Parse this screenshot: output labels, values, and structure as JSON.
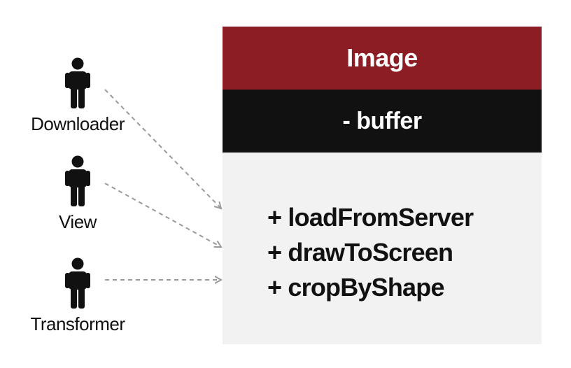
{
  "actors": [
    {
      "label": "Downloader",
      "icon": "person-icon"
    },
    {
      "label": "View",
      "icon": "person-icon"
    },
    {
      "label": "Transformer",
      "icon": "person-icon"
    }
  ],
  "class": {
    "name": "Image",
    "attributes": [
      "- buffer"
    ],
    "methods": [
      "+ loadFromServer",
      "+ drawToScreen",
      "+ cropByShape"
    ]
  },
  "colors": {
    "header": "#8c1d24",
    "attribute_band": "#111111",
    "body": "#f2f2f2",
    "arrow": "#9a9a9a",
    "actor": "#111111"
  }
}
